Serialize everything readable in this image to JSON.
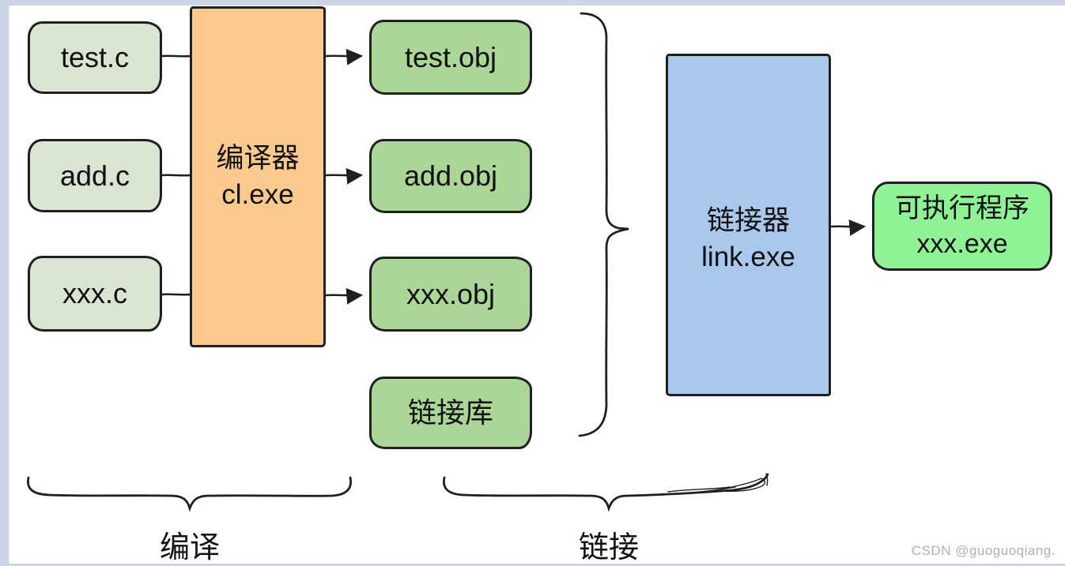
{
  "diagram": {
    "source_files": [
      {
        "label": "test.c"
      },
      {
        "label": "add.c"
      },
      {
        "label": "xxx.c"
      }
    ],
    "compiler": {
      "name_line": "编译器",
      "exe_line": "cl.exe"
    },
    "object_files": [
      {
        "label": "test.obj"
      },
      {
        "label": "add.obj"
      },
      {
        "label": "xxx.obj"
      }
    ],
    "link_library": {
      "label": "链接库"
    },
    "linker": {
      "name_line": "链接器",
      "exe_line": "link.exe"
    },
    "executable": {
      "name_line": "可执行程序",
      "exe_line": "xxx.exe"
    },
    "stages": {
      "compile_label": "编译",
      "link_label": "链接"
    },
    "watermark": "CSDN @guoguoqiang.",
    "colors": {
      "source-bg": "#d9e5d1",
      "object-bg": "#abd698",
      "exe-bg": "#8ff295",
      "compiler-bg": "#fac98e",
      "linker-bg": "#aac7ec",
      "stroke": "#1f1f1f",
      "watermark": "#b0b0b0",
      "frame-bg": "#cdd4e6",
      "page-bg": "#ffffff"
    }
  }
}
